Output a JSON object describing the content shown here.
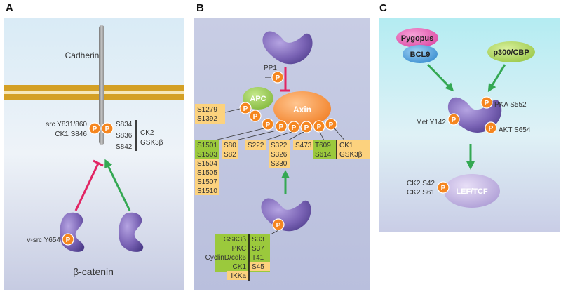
{
  "colors": {
    "protein": "#7a63b5",
    "phospho": "#f5861f",
    "green_box": "#9bc93c",
    "yellow_box": "#fcd27e",
    "arrow_green": "#34a853",
    "arrow_red": "#e22463",
    "membrane": "#d4a025"
  },
  "panels": {
    "a": {
      "letter": "A",
      "cadherin": "Cadherin",
      "beta_catenin": "β-catenin",
      "site_left_1": "src Y831/860",
      "site_left_2": "CK1 S846",
      "sites_right": [
        "S834",
        "S836",
        "S842"
      ],
      "kinases": [
        "CK2",
        "GSK3β"
      ],
      "vsrc": "v-src Y654"
    },
    "b": {
      "letter": "B",
      "pp1": "PP1",
      "apc": "APC",
      "axin": "Axin",
      "apc_sites": [
        "S1279",
        "S1392"
      ],
      "col1": [
        "S1501",
        "S1503",
        "S1504",
        "S1505",
        "S1507",
        "S1510"
      ],
      "col2": [
        "S80",
        "S82"
      ],
      "col3": [
        "S222"
      ],
      "col4": [
        "S322",
        "S326",
        "S330"
      ],
      "col5": [
        "S473"
      ],
      "col6_sites": [
        "T609",
        "S614"
      ],
      "col6_kinases": [
        "CK1",
        "GSK3β"
      ],
      "bottom_kinases": [
        "GSK3β",
        "PKC",
        "CyclinD/cdk6",
        "CK1",
        "IKKa"
      ],
      "bottom_sites": [
        "S33",
        "S37",
        "T41",
        "S45"
      ]
    },
    "c": {
      "letter": "C",
      "pygopus": "Pygopus",
      "bcl9": "BCL9",
      "p300": "p300/CBP",
      "pka": "PKA S552",
      "met": "Met Y142",
      "akt": "AKT S654",
      "ck2_1": "CK2 S42",
      "ck2_2": "CK2 S61",
      "lef": "LEF/TCF"
    },
    "p_label": "P"
  }
}
